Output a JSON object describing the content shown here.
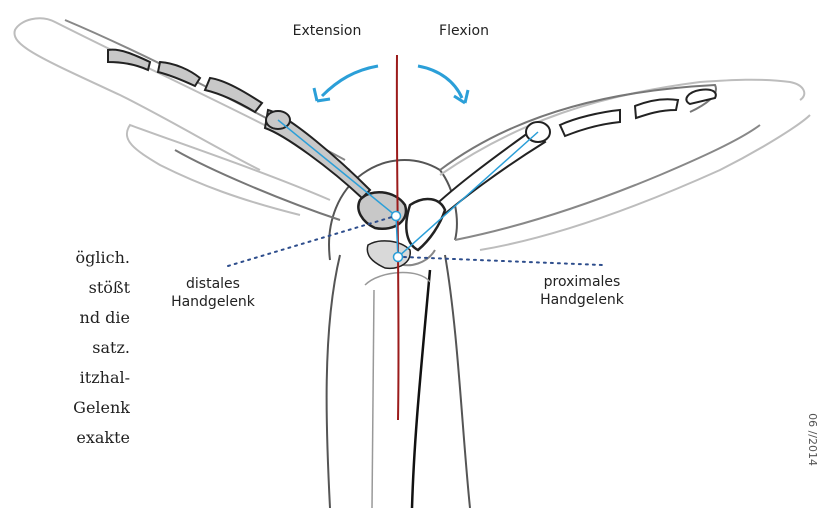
{
  "labels": {
    "extension": "Extension",
    "flexion": "Flexion",
    "distal_line1": "distales",
    "distal_line2": "Handgelenk",
    "proximal_line1": "proximales",
    "proximal_line2": "Handgelenk"
  },
  "side_text": [
    "öglich.",
    "stößt",
    "nd die",
    "satz.",
    "itzhal-",
    "Gelenk",
    "exakte"
  ],
  "credit": "06 //2014",
  "colors": {
    "outline_dark": "#555555",
    "outline_light": "#bdbdbd",
    "bone_fill": "#c8c8c8",
    "axis_line": "#9b1b1b",
    "arrow": "#2b9fd8",
    "dotted": "#2d4d8c"
  }
}
